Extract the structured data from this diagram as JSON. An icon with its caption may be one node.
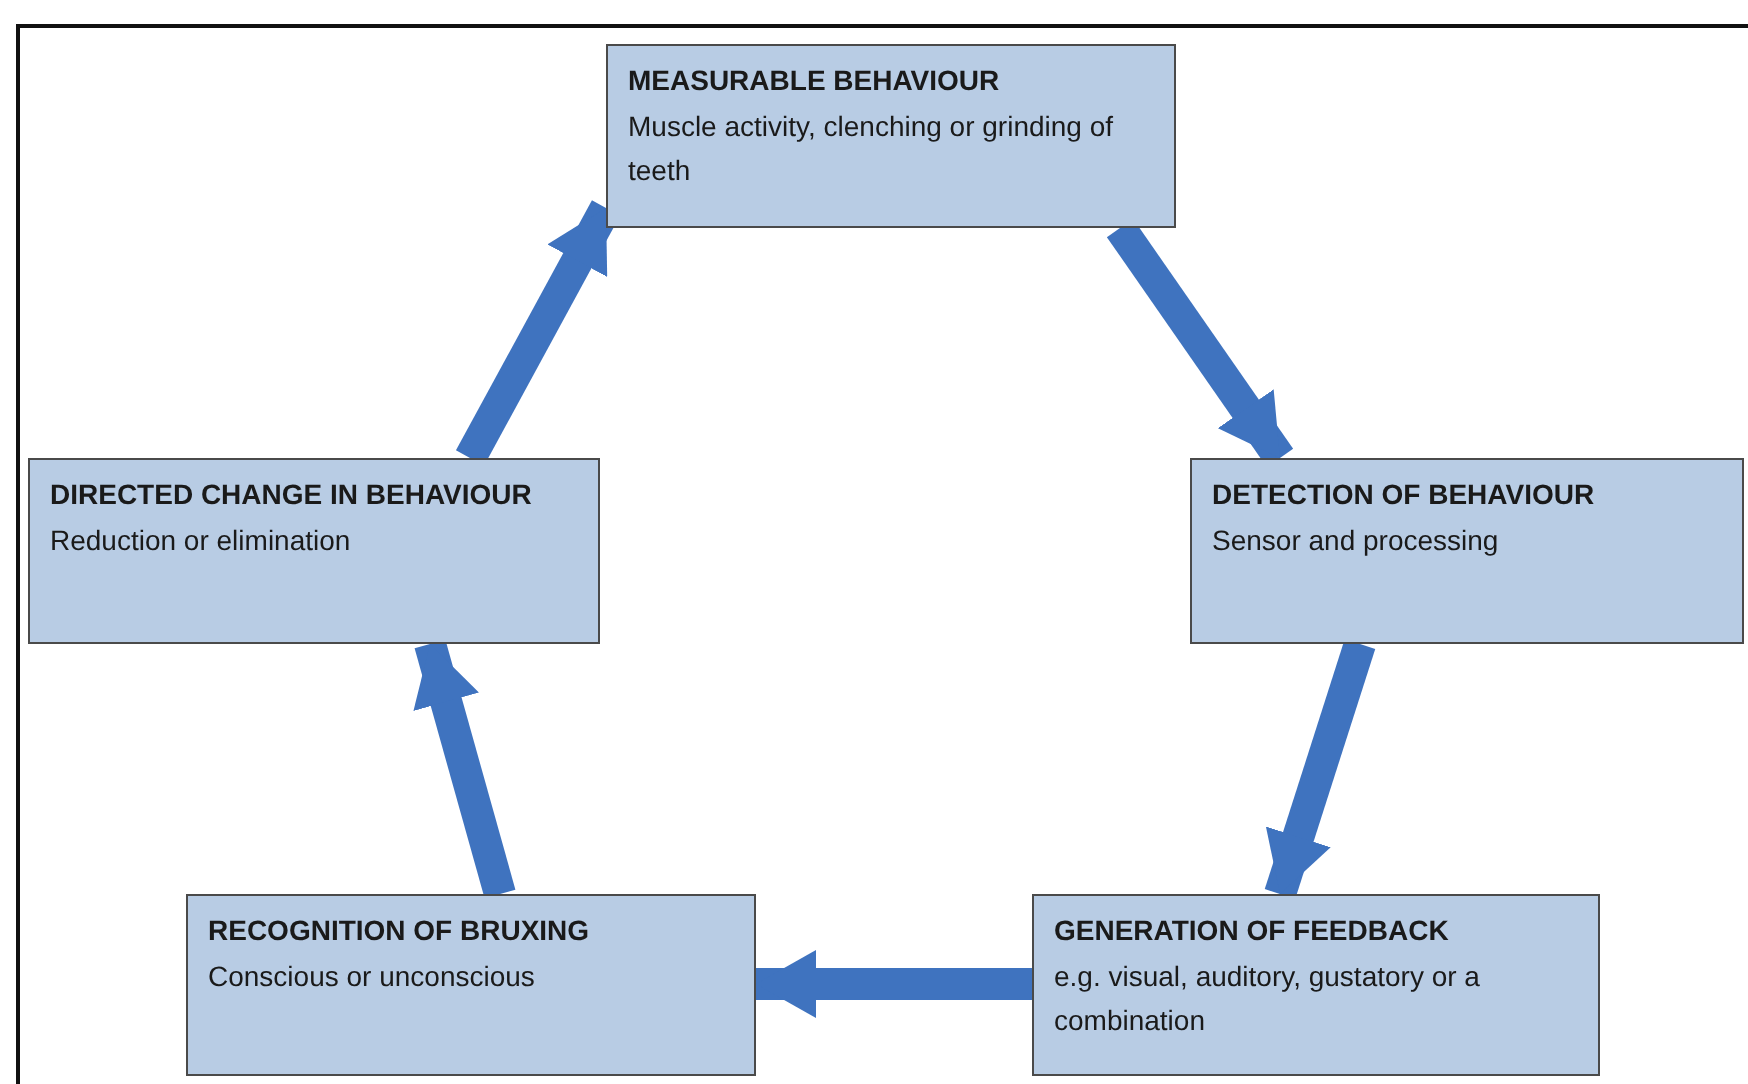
{
  "diagram": {
    "nodes": [
      {
        "text": [
          "MEASURABLE BEHAVIOUR",
          "Muscle activity, clenching or grinding of teeth"
        ]
      },
      {
        "text": [
          "DETECTION OF BEHAVIOUR",
          "Sensor and processing"
        ]
      },
      {
        "text": [
          "GENERATION OF FEEDBACK",
          "e.g. visual, auditory, gustatory or a combination"
        ]
      },
      {
        "text": [
          "RECOGNITION OF BRUXING",
          "Conscious or unconscious"
        ]
      },
      {
        "text": [
          "DIRECTED CHANGE IN BEHAVIOUR",
          "Reduction or elimination"
        ]
      }
    ],
    "edges": [
      {
        "from": 0,
        "to": 1,
        "arrow": "to"
      },
      {
        "from": 1,
        "to": 2,
        "arrow": "to"
      },
      {
        "from": 2,
        "to": 3,
        "arrow": "to"
      },
      {
        "from": 3,
        "to": 4,
        "arrow": "to"
      },
      {
        "from": 4,
        "to": 0,
        "arrow": "to"
      }
    ]
  }
}
